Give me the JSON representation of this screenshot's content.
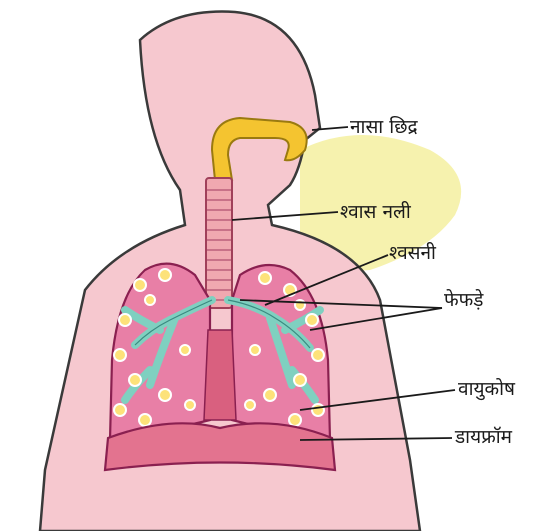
{
  "labels": {
    "nostril": "नासा छिद्र",
    "windpipe": "श्वास नली",
    "bronchi": "श्वसनी",
    "lungs": "फेफड़े",
    "alveoli": "वायुकोष",
    "diaphragm": "डायफ्रॉम"
  },
  "colors": {
    "body": "#f6c8cf",
    "body_outline": "#3a3a3a",
    "background_wash": "#f5f0a0",
    "nasal_passage": "#f4c430",
    "trachea": "#f0a8b0",
    "lungs": "#e87fa6",
    "bronchi": "#7fd0c0",
    "alveoli": "#fde27a",
    "diaphragm": "#e3738f"
  }
}
